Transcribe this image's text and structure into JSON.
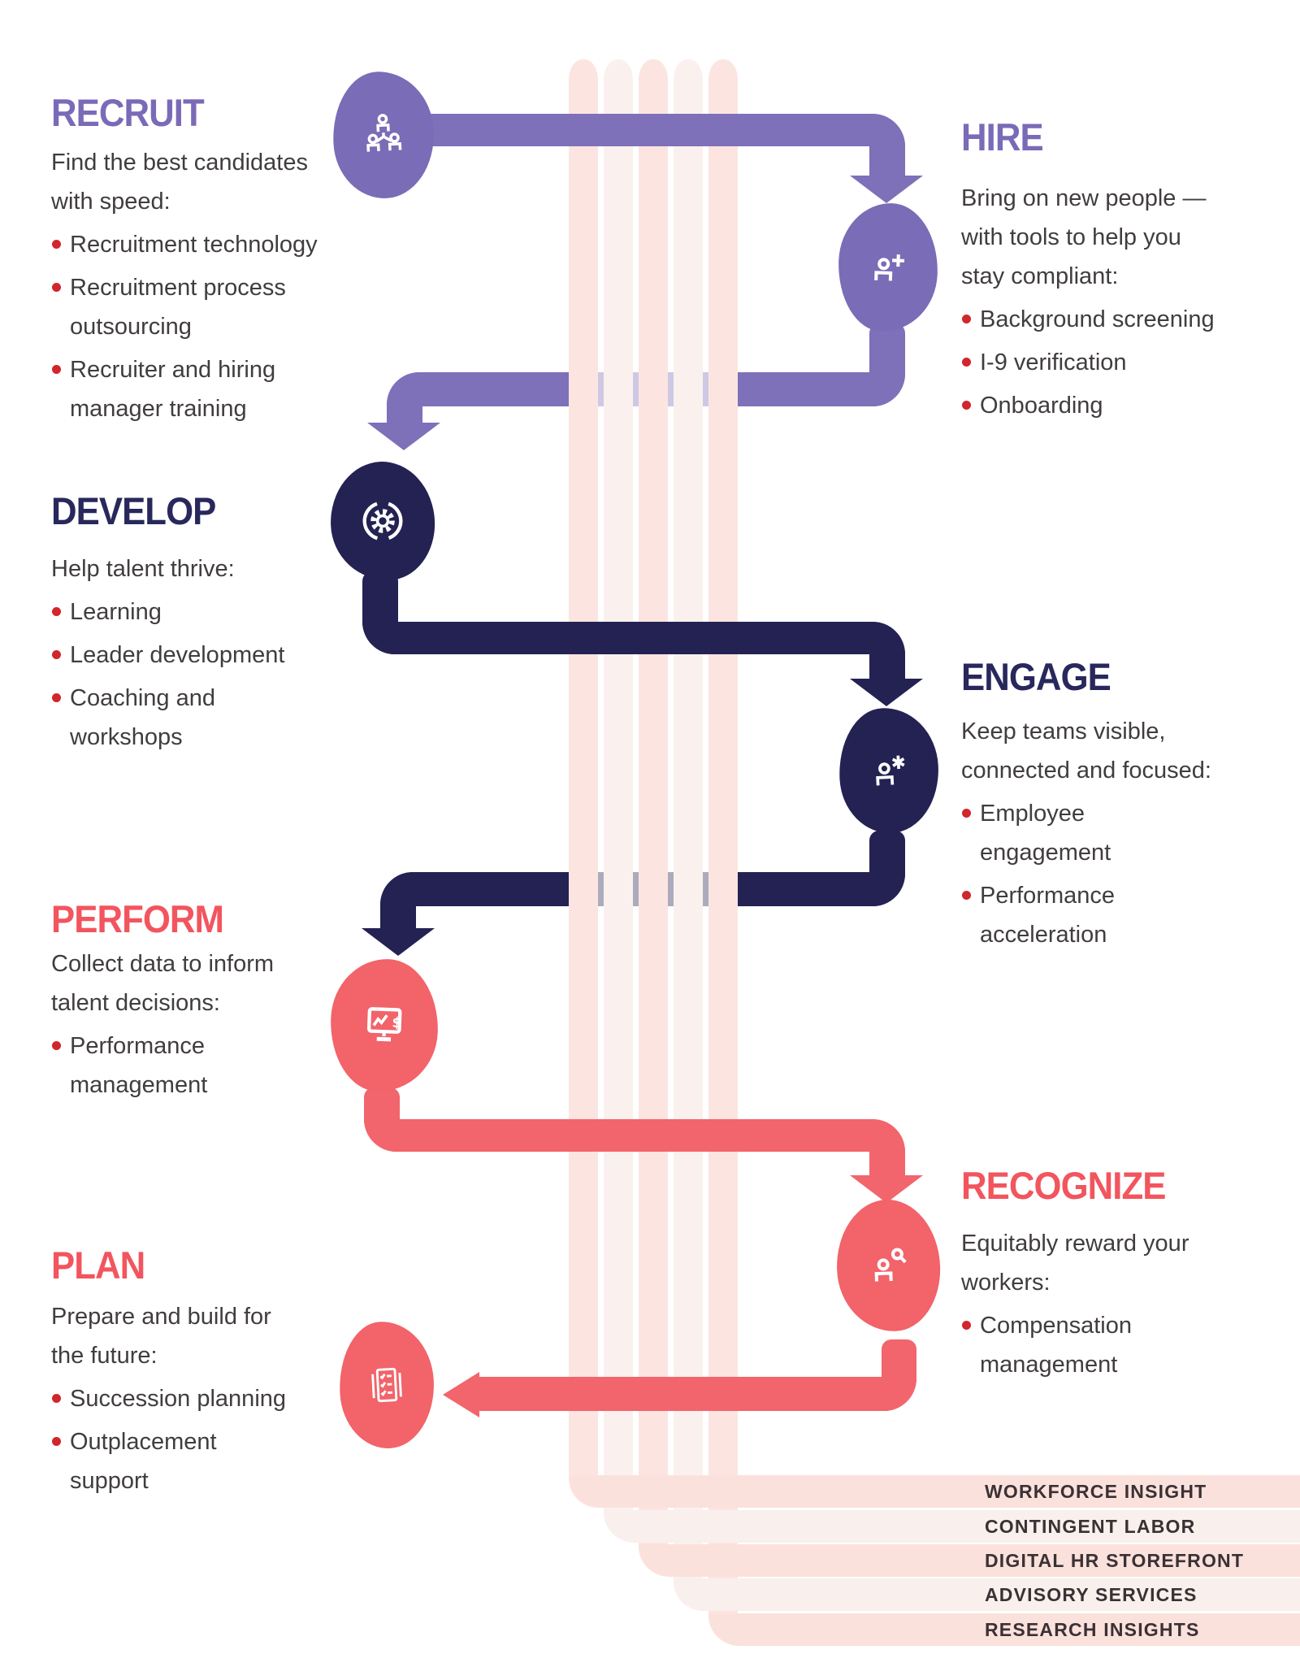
{
  "palette": {
    "purple": "#7a6cb6",
    "navy": "#242253",
    "coral": "#f2636a",
    "heading_purple": "#7b6ab8",
    "heading_navy": "#28285c",
    "heading_coral": "#f2555e",
    "bullet_red": "#d0262c",
    "body_text": "#413d3e",
    "stripe_pink": "#fce5e1",
    "stripe_light": "#faf1ee",
    "band_pink": "#fbe1dc",
    "band_light": "#f9efec",
    "band_text": "#3a3135"
  },
  "stages": [
    {
      "id": "recruit",
      "title": "RECRUIT",
      "icon": "org-chart-icon",
      "intro": "Find the best candidates\nwith speed:",
      "bullets": [
        "Recruitment technology",
        "Recruitment process\noutsourcing",
        "Recruiter and hiring\nmanager training"
      ]
    },
    {
      "id": "hire",
      "title": "HIRE",
      "icon": "person-plus-icon",
      "intro": "Bring on new people —\nwith tools to help you\nstay compliant:",
      "bullets": [
        "Background screening",
        "I-9 verification",
        "Onboarding"
      ]
    },
    {
      "id": "develop",
      "title": "DEVELOP",
      "icon": "gear-icon",
      "intro": "Help talent thrive:",
      "bullets": [
        "Learning",
        "Leader development",
        "Coaching and\nworkshops"
      ]
    },
    {
      "id": "engage",
      "title": "ENGAGE",
      "icon": "person-asterisk-icon",
      "intro": "Keep teams visible,\nconnected and focused:",
      "bullets": [
        "Employee\nengagement",
        "Performance\nacceleration"
      ]
    },
    {
      "id": "perform",
      "title": "PERFORM",
      "icon": "monitor-chart-icon",
      "intro": "Collect data to inform\ntalent decisions:",
      "bullets": [
        "Performance\nmanagement"
      ]
    },
    {
      "id": "recognize",
      "title": "RECOGNIZE",
      "icon": "person-magnifier-icon",
      "intro": "Equitably reward your\nworkers:",
      "bullets": [
        "Compensation\nmanagement"
      ]
    },
    {
      "id": "plan",
      "title": "PLAN",
      "icon": "checklist-icon",
      "intro": "Prepare and build for\nthe future:",
      "bullets": [
        "Succession planning",
        "Outplacement\nsupport"
      ]
    }
  ],
  "services": [
    "WORKFORCE INSIGHT",
    "CONTINGENT LABOR",
    "DIGITAL HR STOREFRONT",
    "ADVISORY SERVICES",
    "RESEARCH INSIGHTS"
  ]
}
